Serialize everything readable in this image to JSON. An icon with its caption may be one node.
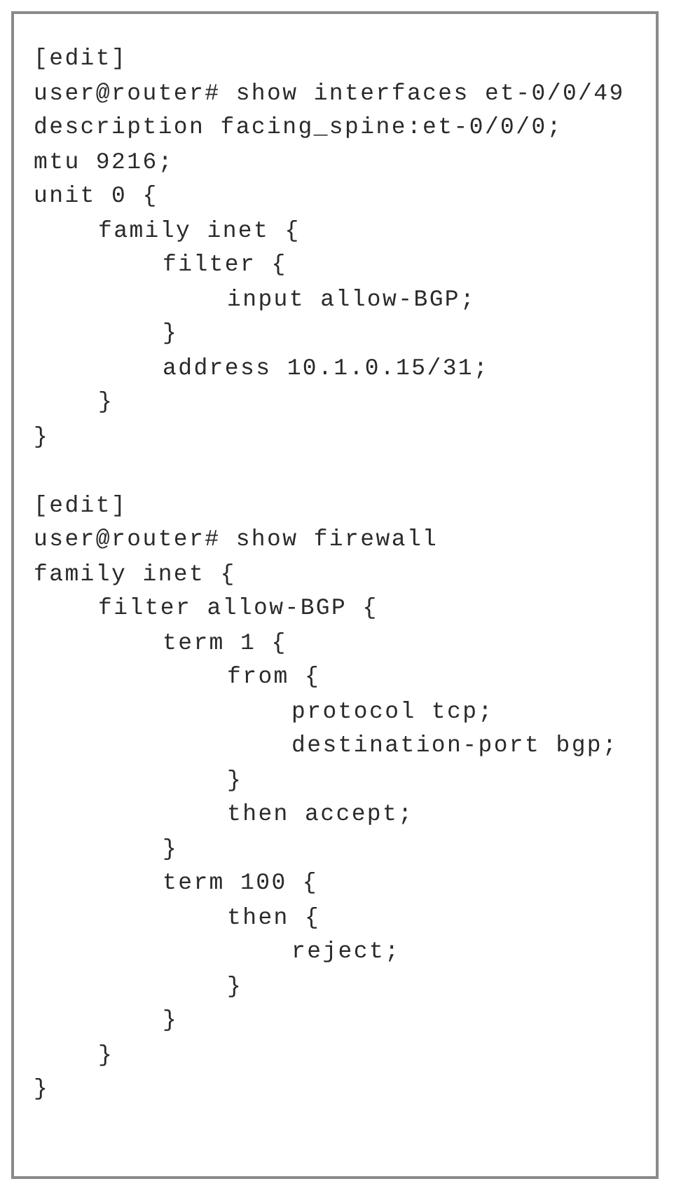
{
  "diagram": {
    "nodes": [
      {
        "text": [
          "[edit]",
          "user@router# show interfaces et-0/0/49",
          "description facing_spine:et-0/0/0;",
          "mtu 9216;",
          "unit 0 {",
          "family inet {",
          "filter {",
          "input allow-BGP;",
          "}",
          "address 10.1.0.15/31;",
          "}",
          "}",
          "[edit]",
          "user@router# show firewall",
          "family inet {",
          "filter allow-BGP {",
          "term 1 {",
          "from {",
          "protocol tcp;",
          "destination-port bgp;",
          "}",
          "then accept;",
          "}",
          "term 100 {",
          "then {",
          "reject;",
          "}",
          "}",
          "}",
          "}"
        ]
      }
    ]
  }
}
